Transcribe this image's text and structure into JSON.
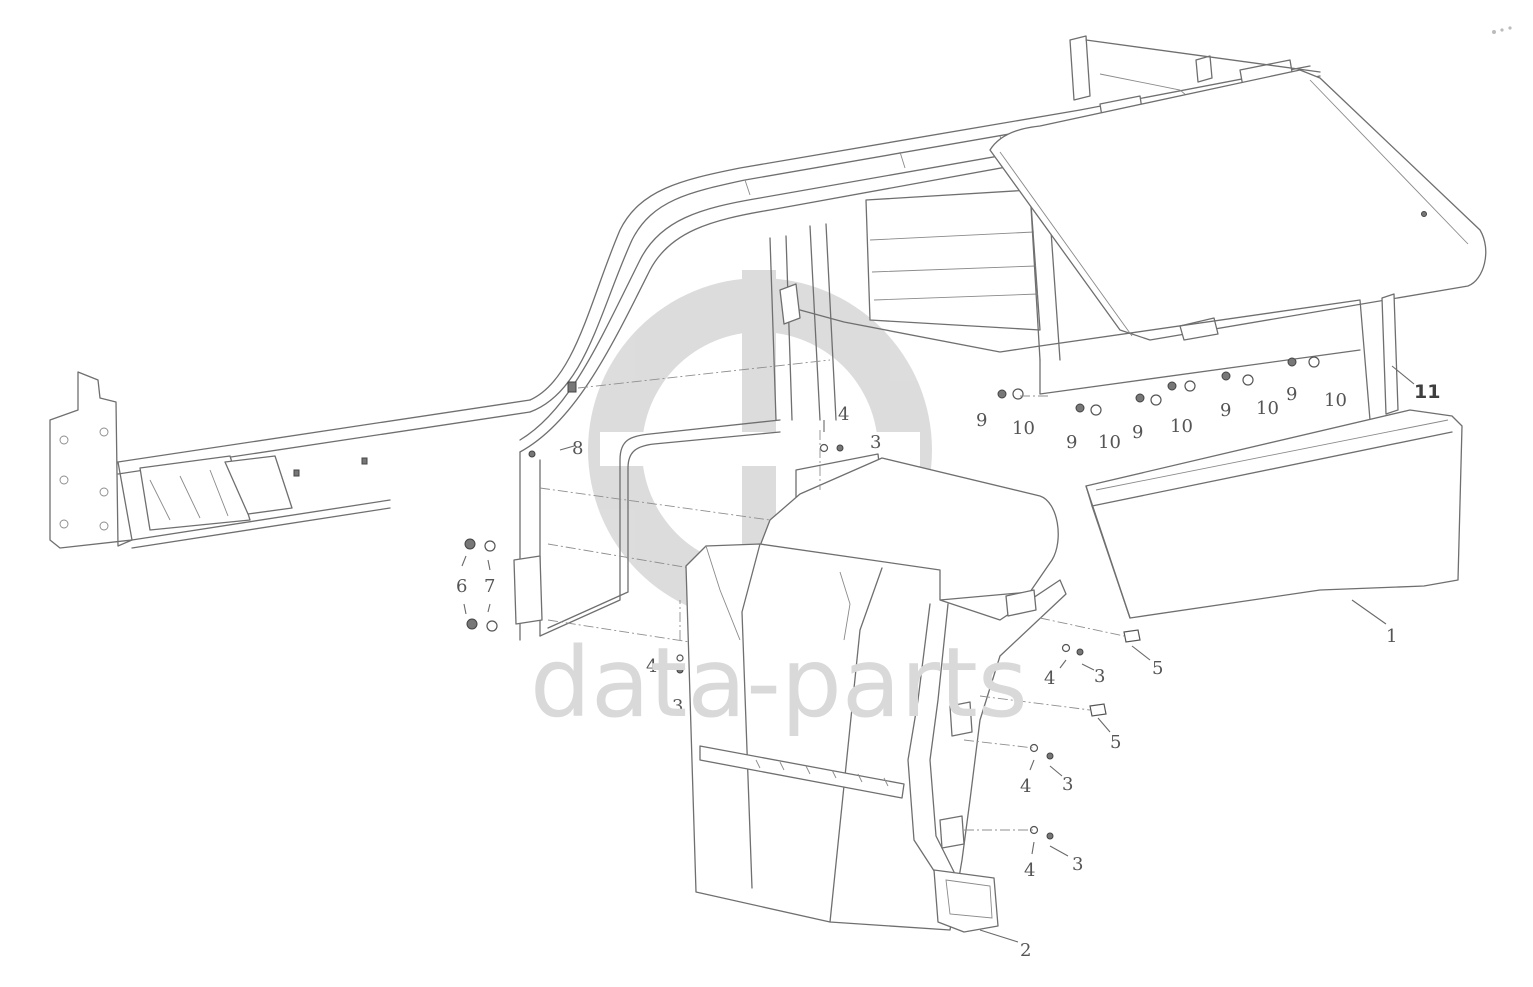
{
  "watermark": {
    "text": "data-parts",
    "color": "#d9d9d9",
    "logo": "dp-circle-logo"
  },
  "callouts": [
    {
      "id": "c1",
      "label": "1"
    },
    {
      "id": "c2",
      "label": "2"
    },
    {
      "id": "c3a",
      "label": "3"
    },
    {
      "id": "c4a",
      "label": "4"
    },
    {
      "id": "c3b",
      "label": "3"
    },
    {
      "id": "c4b",
      "label": "4"
    },
    {
      "id": "c3c",
      "label": "3"
    },
    {
      "id": "c4c",
      "label": "4"
    },
    {
      "id": "c3d",
      "label": "3"
    },
    {
      "id": "c4d",
      "label": "4"
    },
    {
      "id": "c3e",
      "label": "3"
    },
    {
      "id": "c4e",
      "label": "4"
    },
    {
      "id": "c5a",
      "label": "5"
    },
    {
      "id": "c5b",
      "label": "5"
    },
    {
      "id": "c6",
      "label": "6"
    },
    {
      "id": "c7",
      "label": "7"
    },
    {
      "id": "c8",
      "label": "8"
    },
    {
      "id": "c9a",
      "label": "9"
    },
    {
      "id": "c10a",
      "label": "10"
    },
    {
      "id": "c9b",
      "label": "9"
    },
    {
      "id": "c10b",
      "label": "10"
    },
    {
      "id": "c9c",
      "label": "9"
    },
    {
      "id": "c10c",
      "label": "10"
    },
    {
      "id": "c9d",
      "label": "9"
    },
    {
      "id": "c10d",
      "label": "10"
    },
    {
      "id": "c9e",
      "label": "9"
    },
    {
      "id": "c10e",
      "label": "10"
    },
    {
      "id": "c11",
      "label": "11"
    }
  ]
}
